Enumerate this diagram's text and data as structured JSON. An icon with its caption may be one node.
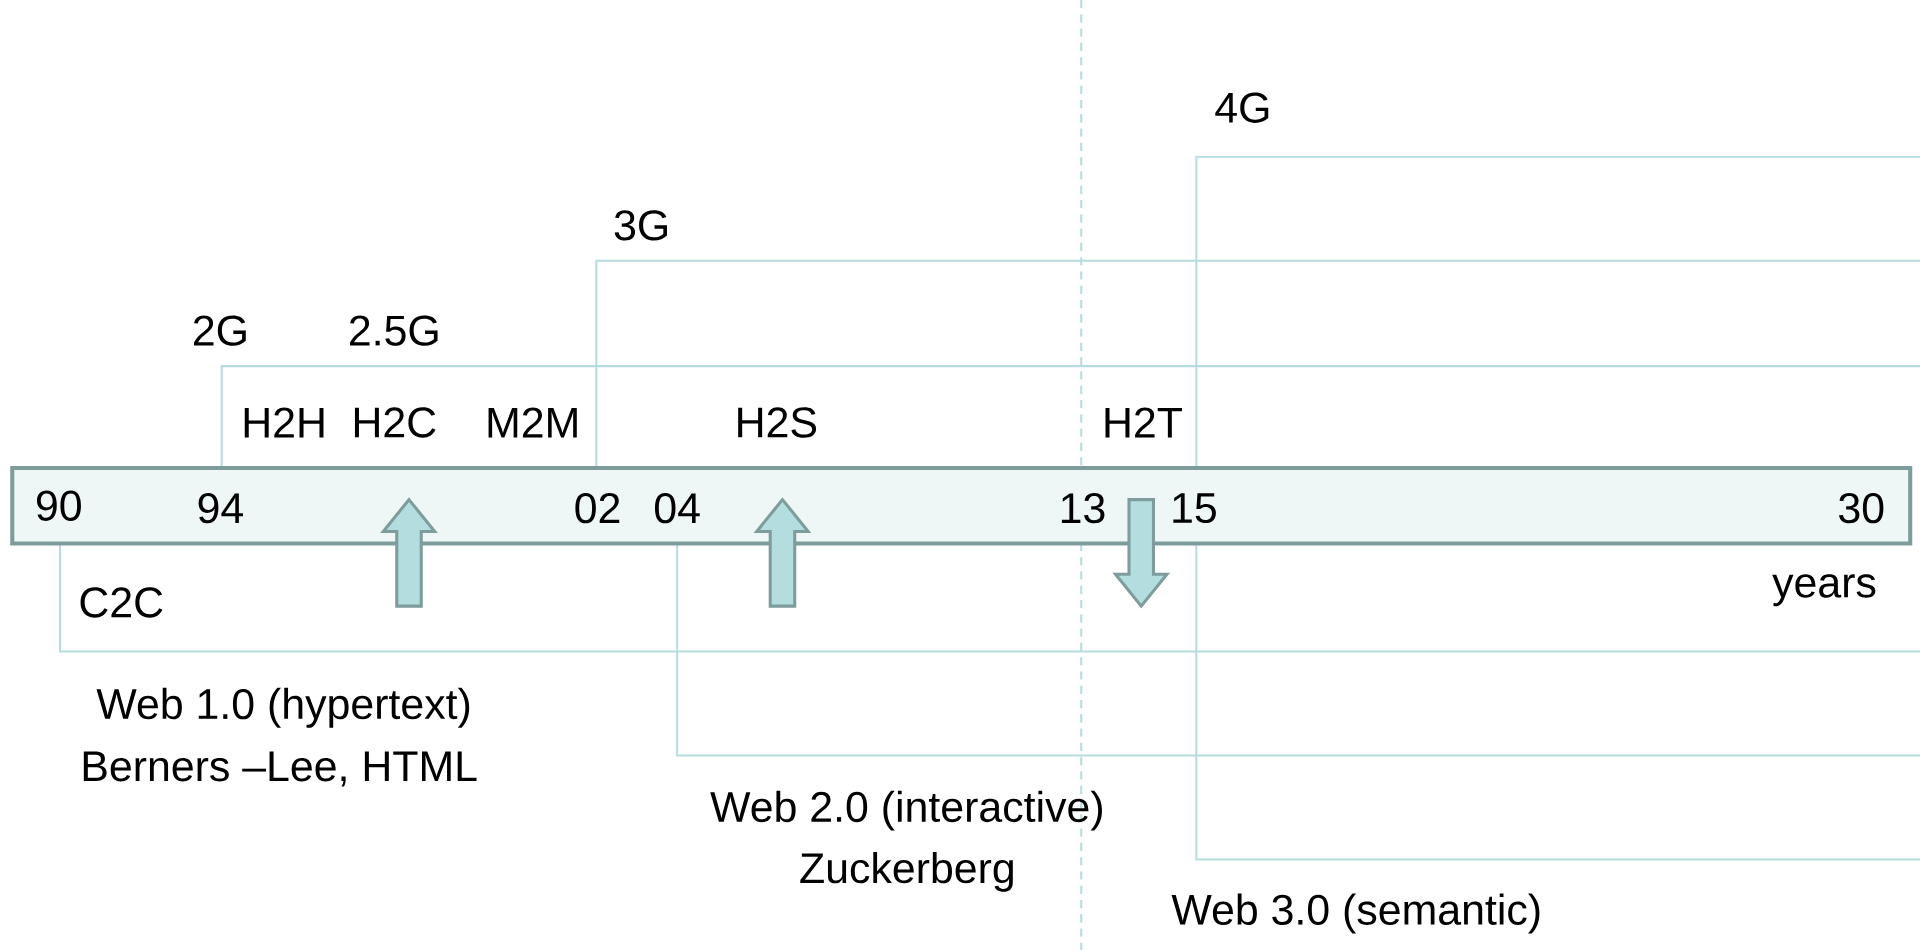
{
  "diagram": {
    "nodes": [
      {
        "text": [
          "90",
          "94",
          "02",
          "04",
          "13",
          "15",
          "30"
        ]
      }
    ],
    "labels": [
      "4G",
      "3G",
      "2G",
      "2.5G",
      "H2H",
      "H2C",
      "M2M",
      "H2S",
      "H2T",
      "C2C",
      "years",
      "Web 1.0 (hypertext)",
      "Berners –Lee, HTML",
      "Web 2.0 (interactive)",
      "Zuckerberg",
      "Web 3.0 (semantic)"
    ]
  }
}
